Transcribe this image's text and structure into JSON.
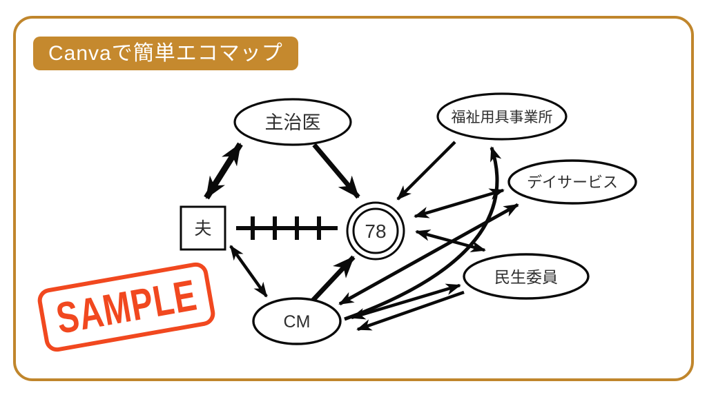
{
  "page": {
    "background_color": "#ffffff",
    "frame_border_color": "#C0862C"
  },
  "title": {
    "label": "Canvaで簡単エコマップ",
    "bg_color": "#C5892E",
    "text_color": "#ffffff"
  },
  "stamp": {
    "label": "SAMPLE",
    "color": "#F1481F"
  },
  "diagram": {
    "nodes": [
      {
        "id": "doctor",
        "label": "主治医",
        "shape": "ellipse"
      },
      {
        "id": "welfare-equipment-office",
        "label": "福祉用具事業所",
        "shape": "ellipse"
      },
      {
        "id": "day-service",
        "label": "デイサービス",
        "shape": "ellipse"
      },
      {
        "id": "welfare-commissioner",
        "label": "民生委員",
        "shape": "ellipse"
      },
      {
        "id": "care-manager",
        "label": "CM",
        "shape": "ellipse"
      },
      {
        "id": "husband",
        "label": "夫",
        "shape": "square"
      },
      {
        "id": "client",
        "label": "78",
        "shape": "double-circle"
      }
    ],
    "edges": [
      {
        "from": "husband",
        "to": "doctor",
        "style": "strong",
        "direction": "both"
      },
      {
        "from": "doctor",
        "to": "client",
        "style": "strong",
        "direction": "one-way"
      },
      {
        "from": "husband",
        "to": "client",
        "style": "stressful-hatched",
        "direction": "none"
      },
      {
        "from": "care-manager",
        "to": "client",
        "style": "strong",
        "direction": "one-way"
      },
      {
        "from": "husband",
        "to": "care-manager",
        "style": "normal",
        "direction": "both"
      },
      {
        "from": "welfare-equipment-office",
        "to": "client",
        "style": "normal",
        "direction": "one-way"
      },
      {
        "from": "client",
        "to": "day-service",
        "style": "normal",
        "direction": "both"
      },
      {
        "from": "client",
        "to": "welfare-commissioner",
        "style": "normal",
        "direction": "both"
      },
      {
        "from": "care-manager",
        "to": "welfare-equipment-office",
        "style": "normal-curved",
        "direction": "one-way"
      },
      {
        "from": "care-manager",
        "to": "day-service",
        "style": "normal",
        "direction": "both"
      },
      {
        "from": "care-manager",
        "to": "welfare-commissioner",
        "style": "normal",
        "direction": "both"
      },
      {
        "from": "welfare-commissioner",
        "to": "care-manager",
        "style": "normal",
        "direction": "one-way"
      }
    ]
  }
}
